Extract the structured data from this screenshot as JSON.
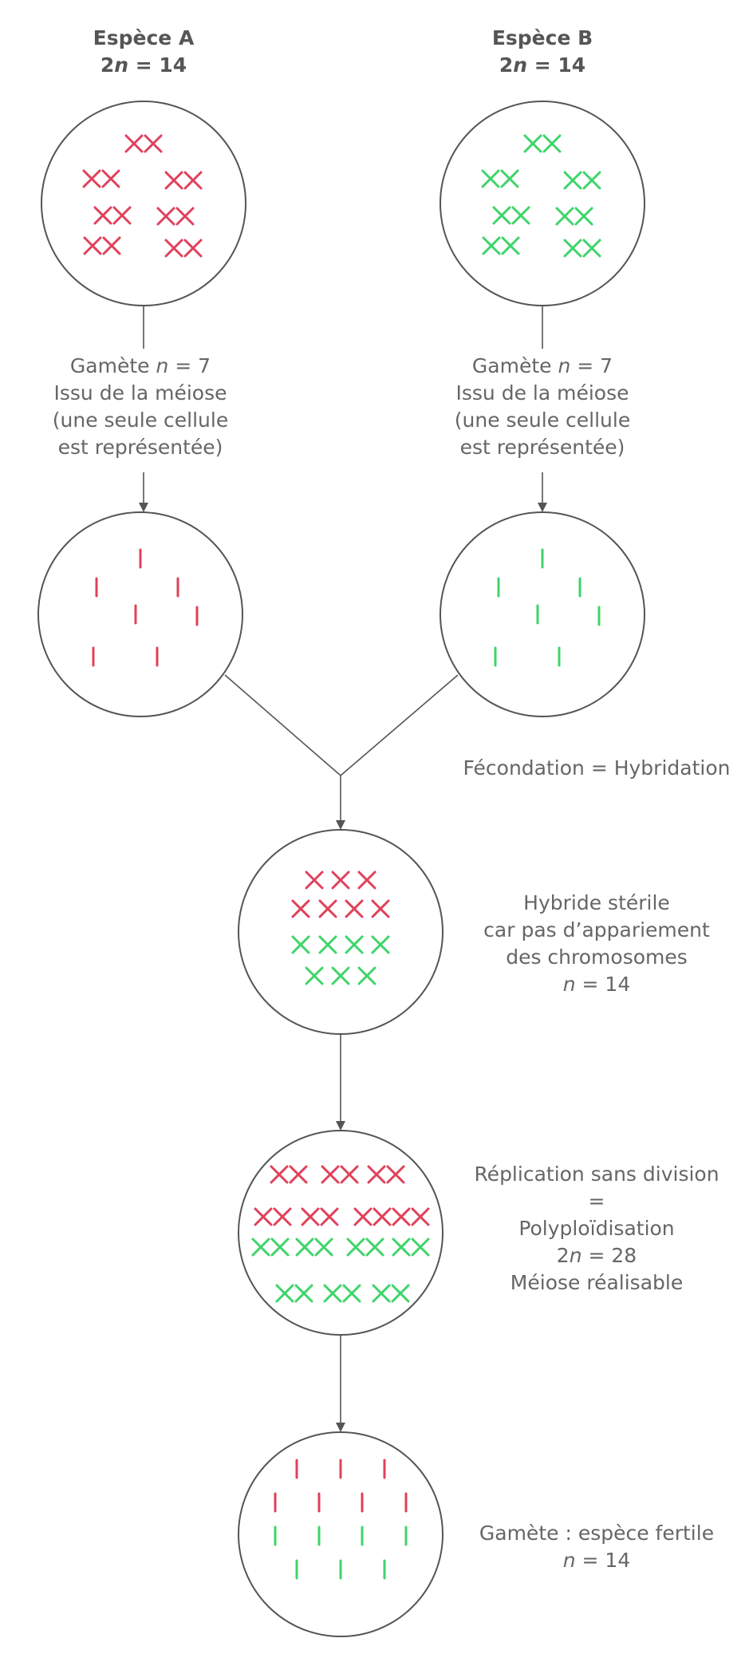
{
  "species_a": {
    "title": "Espèce A",
    "n_prefix": "2",
    "n_var": "n",
    "n_value": " = 14"
  },
  "species_b": {
    "title": "Espèce B",
    "n_prefix": "2",
    "n_var": "n",
    "n_value": " = 14"
  },
  "gamete_a": {
    "line1_text": "Gamète ",
    "line1_var": "n",
    "line1_value": " = 7",
    "line2": "Issu de la méiose",
    "line3": "(une seule cellule",
    "line4": "est représentée)"
  },
  "gamete_b": {
    "line1_text": "Gamète ",
    "line1_var": "n",
    "line1_value": " = 7",
    "line2": "Issu de la méiose",
    "line3": "(une seule cellule",
    "line4": "est représentée)"
  },
  "fecondation": "Fécondation = Hybridation",
  "hybride": {
    "line1": "Hybride stérile",
    "line2": "car pas d’appariement",
    "line3": "des chromosomes",
    "line4_var": "n",
    "line4_value": " = 14"
  },
  "replication": {
    "line1": "Réplication sans division",
    "line2": "=",
    "line3": "Polyploïdisation",
    "line4_prefix": "2",
    "line4_var": "n",
    "line4_value": " = 28",
    "line5": "Méiose réalisable"
  },
  "gamete_fertile": {
    "line1": "Gamète : espèce fertile",
    "line2_var": "n",
    "line2_value": " = 14"
  },
  "colors": {
    "species_a": "#e0405a",
    "species_b": "#3ed46a",
    "line": "#555555",
    "text": "#666666"
  }
}
